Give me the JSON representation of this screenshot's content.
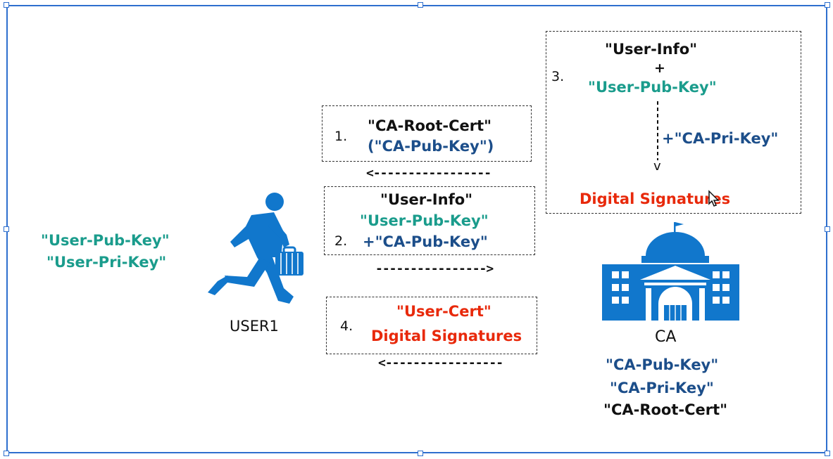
{
  "colors": {
    "teal": "#1a9c8c",
    "blue": "#1c4e8a",
    "black": "#111111",
    "red": "#e8290b",
    "icon_blue": "#1177cc",
    "frame": "#2e6fce"
  },
  "user": {
    "keys": [
      "\"User-Pub-Key\"",
      "\"User-Pri-Key\""
    ],
    "label": "USER1",
    "icon": "running-businessman-icon"
  },
  "ca": {
    "label": "CA",
    "icon": "government-building-icon",
    "keys": [
      "\"CA-Pub-Key\"",
      "\"CA-Pri-Key\"",
      "\"CA-Root-Cert\""
    ]
  },
  "steps": {
    "s1": {
      "num": "1.",
      "line1": "\"CA-Root-Cert\"",
      "line2": "(\"CA-Pub-Key\")"
    },
    "s2": {
      "num": "2.",
      "line1": "\"User-Info\"",
      "line2": "\"User-Pub-Key\"",
      "line3": "+\"CA-Pub-Key\""
    },
    "s3": {
      "num": "3.",
      "line1": "\"User-Info\"",
      "plus": "+",
      "line2": "\"User-Pub-Key\"",
      "side": "+\"CA-Pri-Key\"",
      "arrowhead": "v",
      "result": "Digital Signatures"
    },
    "s4": {
      "num": "4.",
      "line1": "\"User-Cert\"",
      "line2": "Digital Signatures"
    }
  },
  "arrows": {
    "a1": "<-----------------",
    "a2": "---------------->",
    "a3": "<-----------------"
  }
}
